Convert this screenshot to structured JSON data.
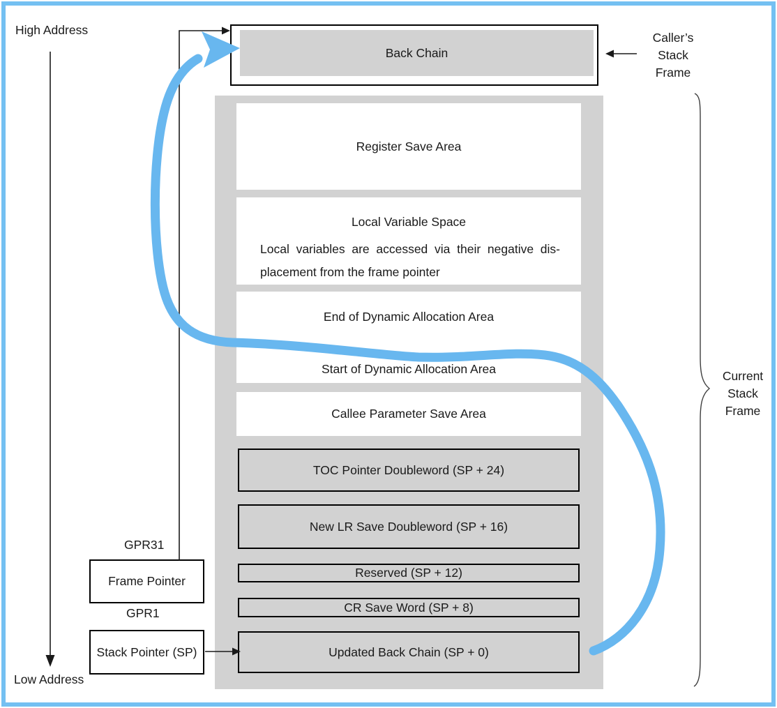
{
  "figure": {
    "description": "Stack frame layout diagram",
    "high_address": "High Address",
    "low_address": "Low Address"
  },
  "registers": {
    "gpr31": "GPR31",
    "gpr1": "GPR1",
    "frame_pointer": "Frame Pointer",
    "stack_pointer": "Stack Pointer (SP)"
  },
  "caller_frame": {
    "back_chain": "Back Chain",
    "label_lines": [
      "Caller’s",
      "Stack",
      "Frame"
    ]
  },
  "current_frame": {
    "label_lines": [
      "Current",
      "Stack",
      "Frame"
    ],
    "cells": {
      "register_save": "Register Save Area",
      "local_variable_title": "Local Variable Space",
      "local_variable_line1": "Local variables are accessed via their negative dis-",
      "local_variable_line2": "placement from the frame pointer",
      "dynamic_end": "End of Dynamic Allocation Area",
      "dynamic_start": "Start of Dynamic Allocation Area",
      "callee_param": "Callee Parameter Save Area",
      "toc_pointer": "TOC Pointer Doubleword (SP + 24)",
      "new_lr": "New LR Save Doubleword (SP + 16)",
      "reserved": "Reserved (SP + 12)",
      "cr_save": "CR Save Word (SP + 8)",
      "updated_back_chain": "Updated Back Chain (SP + 0)"
    }
  },
  "colors": {
    "border_blue": "#74c0f2",
    "arrow_blue": "#68b7ef",
    "box_gray": "#d2d2d2"
  }
}
